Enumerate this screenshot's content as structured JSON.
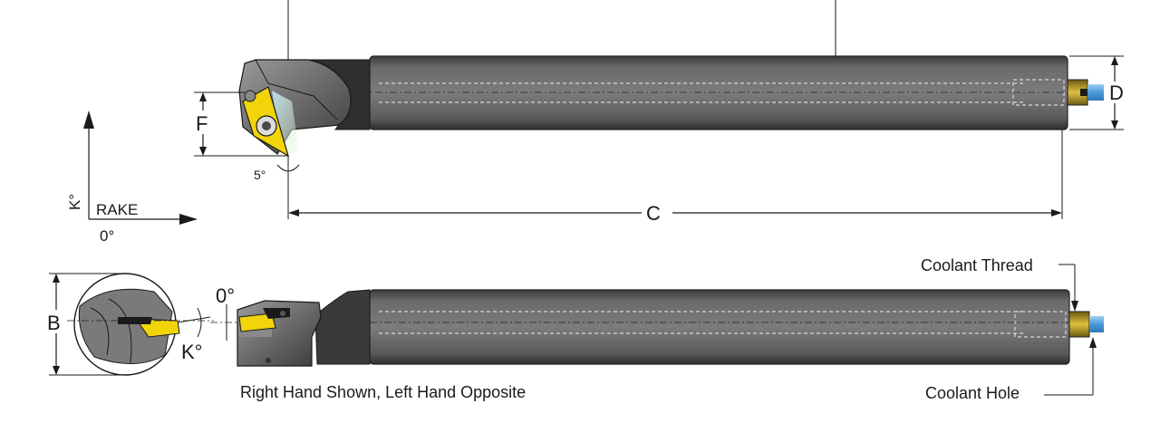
{
  "labels": {
    "dim_f": "F",
    "dim_d": "D",
    "dim_c": "C",
    "dim_b": "B",
    "angle_5": "5°",
    "axis_k": "K°",
    "axis_rake": "RAKE",
    "axis_zero": "0°",
    "top_angle_0": "0°",
    "angle_k": "K°",
    "coolant_thread": "Coolant Thread",
    "coolant_hole": "Coolant Hole",
    "caption": "Right Hand Shown, Left Hand Opposite"
  },
  "colors": {
    "body_dark": "#4a4a4a",
    "body_mid": "#6e6e6e",
    "body_light": "#8f8f8f",
    "insert_yellow": "#f2d40a",
    "coolant_blue": "#5aa8e0",
    "brass": "#c9a21e"
  }
}
